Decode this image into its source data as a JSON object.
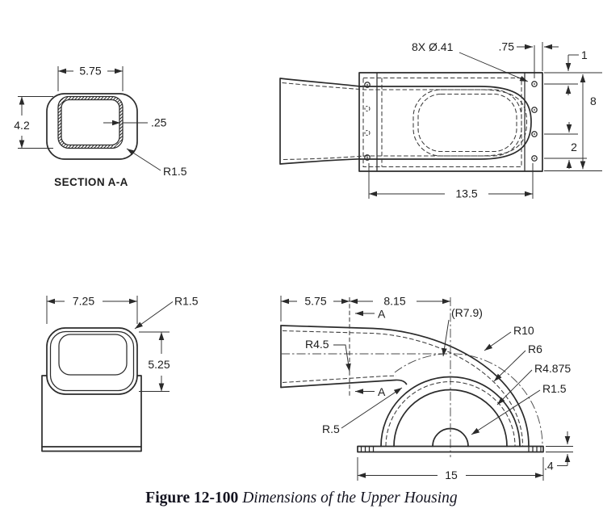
{
  "caption": {
    "number": "Figure 12-100",
    "title": " Dimensions of the Upper Housing"
  },
  "colors": {
    "line": "#2b2b2b",
    "text": "#1d1d1d",
    "background": "#ffffff"
  },
  "section_view": {
    "title": "SECTION A-A",
    "width": "5.75",
    "height": "4.2",
    "wall_thickness": ".25",
    "corner_radius": "R1.5"
  },
  "top_view": {
    "holes": "8X Ø.41",
    "edge_to_hole": ".75",
    "top_offset": "1",
    "flange_height": "8",
    "hole_spacing": "2",
    "hole_span": "13.5"
  },
  "front_view": {
    "width": "7.25",
    "corner_radius": "R1.5",
    "height": "5.25"
  },
  "side_view": {
    "inlet_length": "5.75",
    "bend_offset": "8.15",
    "section_label": "A",
    "inner_bend_radius": "R4.5",
    "ref_radius": "(R7.9)",
    "outer_radius": "R10",
    "dome_outer_radius": "R6",
    "dome_inner_radius": "R4.875",
    "boss_radius": "R1.5",
    "fillet_radius": "R.5",
    "base_length": "15",
    "base_thickness": ".4"
  }
}
